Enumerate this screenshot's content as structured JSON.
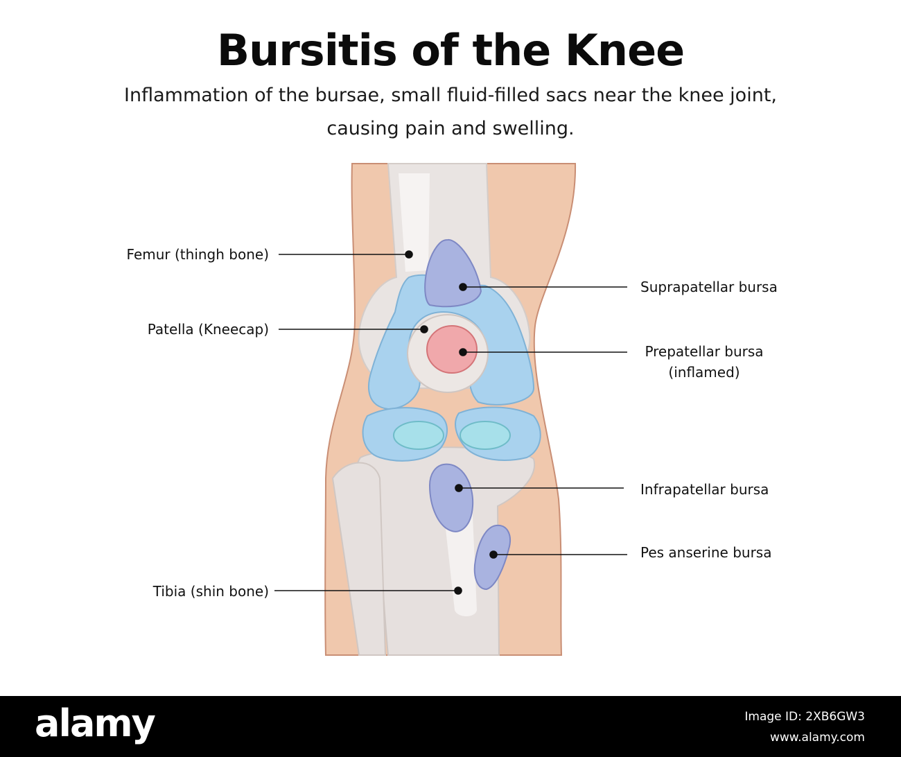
{
  "header": {
    "title": "Bursitis of the Knee",
    "subtitle_line1": "Inflammation of the bursae, small fluid-filled sacs near the knee joint,",
    "subtitle_line2": "causing pain and swelling."
  },
  "labels": {
    "femur": "Femur (thingh bone)",
    "patella": "Patella (Kneecap)",
    "tibia": "Tibia (shin bone)",
    "suprapatellar": "Suprapatellar bursa",
    "prepatellar_line1": "Prepatellar bursa",
    "prepatellar_line2": "(inflamed)",
    "infrapatellar": "Infrapatellar bursa",
    "pes_anserine": "Pes anserine bursa"
  },
  "footer": {
    "logo": "alamy",
    "stock_id": "Image ID: 2XB6GW3",
    "url": "www.alamy.com"
  },
  "colors": {
    "skin": "#f0c8ad",
    "bone": "#e8e4e2",
    "cartilage_blue": "#a9d2ee",
    "bursa_purple": "#a9b3e0",
    "inflamed_pink": "#f0a8ab",
    "meniscus": "#a7e0ea"
  }
}
